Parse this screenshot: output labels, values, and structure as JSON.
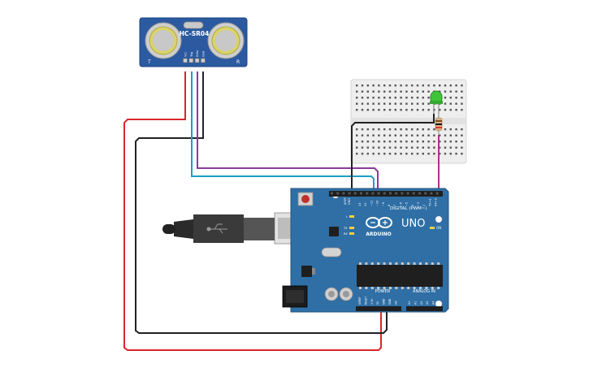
{
  "sensor": {
    "model": "HC-SR04",
    "left_mark": "T",
    "right_mark": "R",
    "pins": [
      "Vcc",
      "Trig",
      "Echo",
      "Gnd"
    ]
  },
  "arduino": {
    "brand": "ARDUINO",
    "model": "UNO",
    "digital_label": "DIGITAL (PWM~)",
    "power_label": "POWER",
    "analog_label": "ANALOG IN",
    "on_label": "ON",
    "led_l": "L",
    "led_tx": "TX",
    "led_rx": "RX",
    "aref": "AREF",
    "gnd": "GND",
    "digital_pins": [
      "13",
      "12",
      "~11",
      "~10",
      "~9",
      "8",
      "7",
      "~6",
      "~5",
      "4",
      "~3",
      "2",
      "TX→1",
      "RX←0"
    ],
    "power_pins": [
      "IOREF",
      "RESET",
      "3.3V",
      "5V",
      "GND",
      "GND",
      "Vin"
    ],
    "analog_pins": [
      "A0",
      "A1",
      "A2",
      "A3",
      "A4",
      "A5"
    ]
  },
  "colors": {
    "wire_red": "#d9262b",
    "wire_black": "#222222",
    "wire_teal": "#1c9fc4",
    "wire_purple": "#8b3a9c",
    "wire_magenta": "#b2318a",
    "board_blue": "#2f6fa5",
    "sensor_blue": "#2b5aa0",
    "led_green": "#3ec43a"
  }
}
